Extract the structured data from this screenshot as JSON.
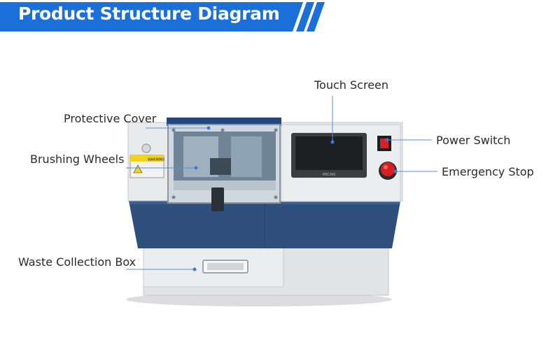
{
  "header": {
    "title": "Product Structure Diagram"
  },
  "callouts": {
    "touch_screen": "Touch Screen",
    "protective_cover": "Protective Cover",
    "power_switch": "Power Switch",
    "brushing_wheels": "Brushing Wheels",
    "emergency_stop": "Emergency Stop",
    "waste_collection_box": "Waste Collection Box"
  },
  "machine": {
    "screen_brand": "MICAN",
    "warning_label": "WARNING"
  },
  "colors": {
    "banner_blue": "#1a6fd8",
    "machine_blue": "#2f4f7c",
    "panel_grey": "#e7e8ea",
    "callout_line": "#5b8fd6",
    "callout_dot": "#3a7bd5",
    "emergency_red": "#d81e1e"
  }
}
